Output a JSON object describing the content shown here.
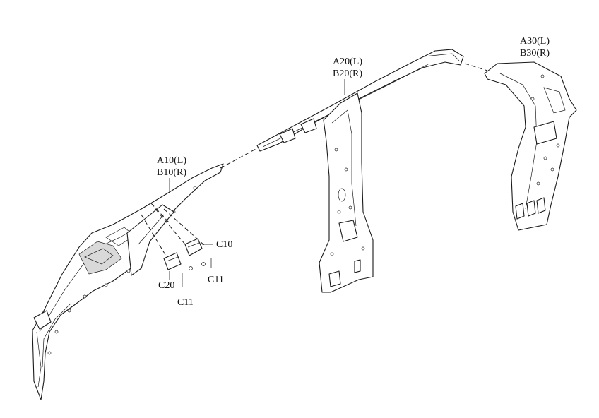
{
  "labels": {
    "a10": "A10(L)",
    "b10": "B10(R)",
    "a20": "A20(L)",
    "b20": "B20(R)",
    "a30": "A30(L)",
    "b30": "B30(R)",
    "c10": "C10",
    "c11_right": "C11",
    "c20": "C20",
    "c11_lower": "C11"
  }
}
